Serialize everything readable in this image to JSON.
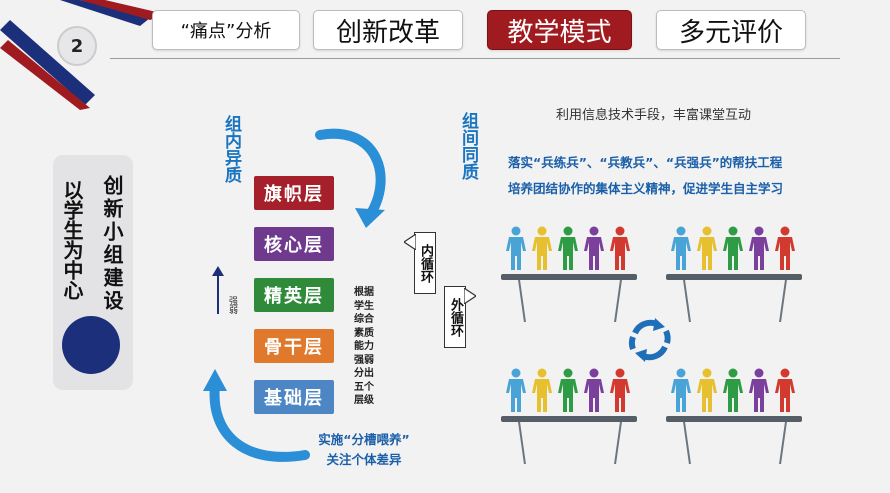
{
  "slide_number": "2",
  "tabs": [
    {
      "label": "“痛点”分析"
    },
    {
      "label": "创新改革"
    },
    {
      "label": "教学模式"
    },
    {
      "label": "多元评价"
    }
  ],
  "left_panel": {
    "col1": "以学生为中心",
    "col2": "创新小组建设"
  },
  "group_inner": "组内异质",
  "group_outer": "组间同质",
  "layers": [
    "旗帜层",
    "核心层",
    "精英层",
    "骨干层",
    "基础层"
  ],
  "strength_label": "强弱",
  "layers_note": "根据学生综合素质能力强弱分出五个层级",
  "inner_loop": "内循环",
  "outer_loop": "外循环",
  "bottom_note": {
    "line1": "实施“分槽喂养”",
    "line2": "关注个体差异"
  },
  "right_panel": {
    "subtitle": "利用信息技术手段，丰富课堂互动",
    "line1": "落实“兵练兵”、“兵教兵”、“兵强兵”的帮扶工程",
    "line2": "培养团结协作的集体主义精神，促进学生自主学习"
  },
  "colors": {
    "accent_red": "#a01b1f",
    "blue": "#1f8fd6",
    "navy": "#1c2f7a",
    "layer_colors": [
      "#a5202a",
      "#6f3a8e",
      "#2f8a3a",
      "#e0792b",
      "#4d86c4"
    ],
    "people_colors": [
      "#4aa3d6",
      "#e6c02e",
      "#2e9b45",
      "#7b3f9c",
      "#d33a2f"
    ]
  },
  "icons": [
    "refresh-cycle-icon",
    "arrow-up-icon",
    "person-icon"
  ]
}
